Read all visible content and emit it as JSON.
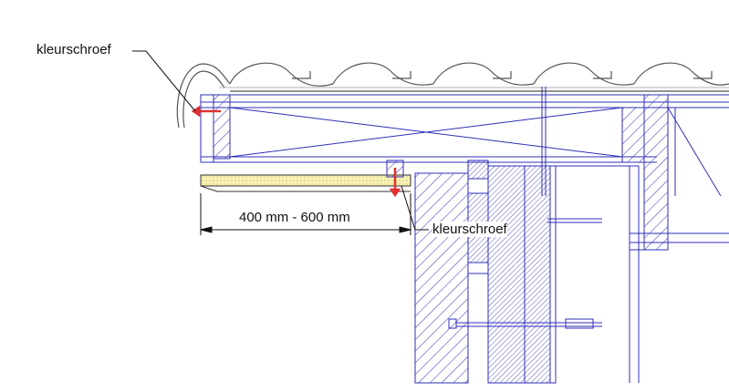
{
  "labels": {
    "screw_top": "kleurschroef",
    "screw_bottom": "kleurschroef",
    "dimension": "400 mm - 600 mm"
  },
  "colors": {
    "line_blue": "#2f2fb8",
    "screw_red": "#e03030",
    "board_fill": "#f7f2b6",
    "text": "#111111"
  }
}
